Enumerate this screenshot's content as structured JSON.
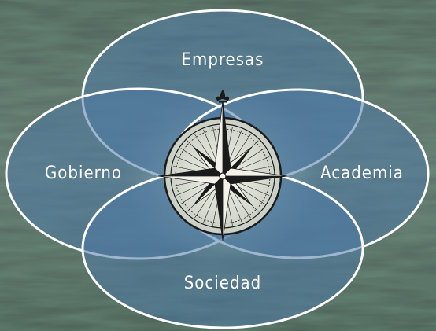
{
  "diagram": {
    "center_icon": "compass-rose-icon",
    "top_label": "Empresas",
    "left_label": "Gobierno",
    "right_label": "Academia",
    "bottom_label": "Sociedad"
  },
  "colors": {
    "sea_dark": "#3f4f48",
    "sea_light": "#6f8079",
    "ellipse_fill": "#4f7aa6",
    "ellipse_stroke": "#ffffff",
    "glow": "#eef5c8",
    "compass_ink": "#1b1b1b"
  }
}
